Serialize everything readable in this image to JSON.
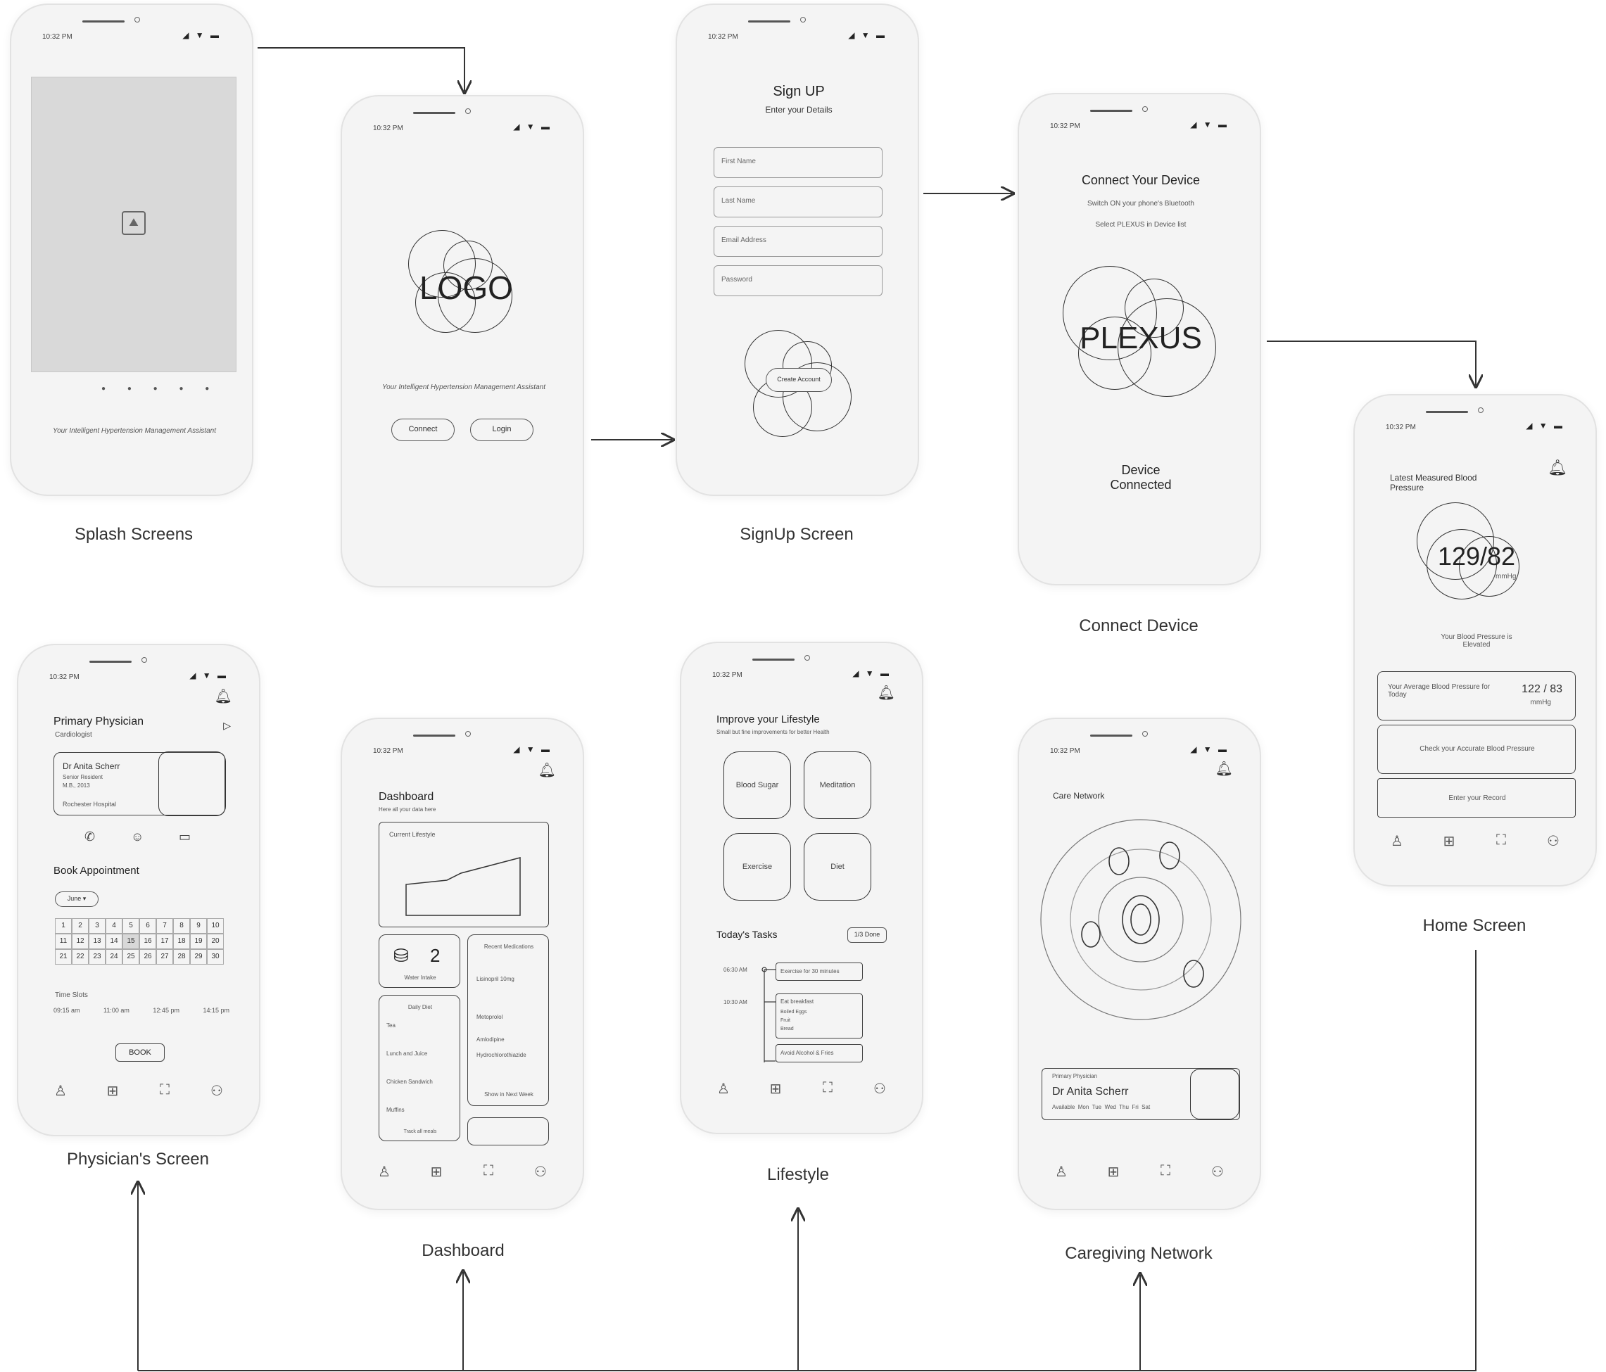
{
  "labels": {
    "splash": "Splash Screens",
    "signup": "SignUp Screen",
    "connect": "Connect Device",
    "home": "Home Screen",
    "physician": "Physician's Screen",
    "dashboard": "Dashboard",
    "lifestyle": "Lifestyle",
    "caregiving": "Caregiving Network"
  },
  "status": {
    "time": "10:32 PM",
    "icons": "◢ ▼ ▬"
  },
  "splash": {
    "tagline": "Your Intelligent Hypertension Management Assistant"
  },
  "logo_screen": {
    "logo": "LOGO",
    "tagline": "Your Intelligent Hypertension Management Assistant",
    "btn_left": "Connect",
    "btn_right": "Login"
  },
  "signup": {
    "title": "Sign UP",
    "subtitle": "Enter your Details",
    "fields": [
      "First Name",
      "Last Name",
      "Email Address",
      "Password"
    ],
    "create_btn": "Create Account"
  },
  "connect": {
    "title": "Connect Your Device",
    "line1": "Switch ON your phone's Bluetooth",
    "line2": "Select PLEXUS in Device list",
    "brand": "PLEXUS",
    "status": "Device Connected"
  },
  "home": {
    "latest_label": "Latest Measured Blood Pressure",
    "reading": "129/82",
    "unit": "mmHg",
    "status_text": "Your Blood Pressure is Elevated",
    "avg_label": "Your Average Blood Pressure for Today",
    "avg_value": "122 / 83",
    "avg_unit": "mmHg",
    "check_btn": "Check your Accurate Blood Pressure",
    "enter_btn": "Enter your Record"
  },
  "physician": {
    "title": "Primary Physician",
    "subtitle": "Cardiologist",
    "doctor_name": "Dr Anita Scherr",
    "doctor_role": "Senior Resident",
    "doctor_detail": "M.B., 2013",
    "hospital": "Rochester Hospital",
    "book_title": "Book Appointment",
    "month": "June",
    "calendar": [
      [
        "1",
        "2",
        "3",
        "4",
        "5",
        "6",
        "7",
        "8",
        "9",
        "10"
      ],
      [
        "11",
        "12",
        "13",
        "14",
        "15",
        "16",
        "17",
        "18",
        "19",
        "20"
      ],
      [
        "21",
        "22",
        "23",
        "24",
        "25",
        "26",
        "27",
        "28",
        "29",
        "30"
      ]
    ],
    "time_slots_label": "Time Slots",
    "time_slots": [
      "09:15 am",
      "11:00 am",
      "12:45 pm",
      "14:15 pm"
    ],
    "book_btn": "BOOK"
  },
  "dashboard": {
    "title": "Dashboard",
    "subtitle": "Here all your data here",
    "chart_label": "Current Lifestyle",
    "water_count": "2",
    "water_label": "Water Intake",
    "recent_title": "Recent Medications",
    "recent_items": [
      "Lisinopril 10mg",
      "Metoprolol",
      "Amlodipine",
      "Hydrochlorothiazide"
    ],
    "diet_title": "Daily Diet",
    "diet_items": [
      "Tea",
      "Lunch and Juice",
      "Chicken Sandwich",
      "Muffins"
    ],
    "diet_footer": "Track all meals",
    "recent_footer": "Show in Next Week"
  },
  "lifestyle": {
    "title": "Improve your Lifestyle",
    "subtitle": "Small but fine improvements for better Health",
    "tiles": [
      "Blood Sugar",
      "Meditation",
      "Exercise",
      "Diet"
    ],
    "tasks_title": "Today's Tasks",
    "tasks_btn": "1/3 Done",
    "times": [
      "06:30 AM",
      "10:30 AM"
    ],
    "tasks": [
      "Exercise for 30 minutes",
      "Eat breakfast",
      "Avoid Alcohol & Fries"
    ],
    "task_details": [
      "Boiled Eggs",
      "Fruit",
      "Bread"
    ]
  },
  "caregiving": {
    "title": "Care Network",
    "card_label": "Primary Physician",
    "card_name": "Dr Anita Scherr",
    "card_detail": "Available  Mon  Tue  Wed  Thu  Fri  Sat"
  }
}
